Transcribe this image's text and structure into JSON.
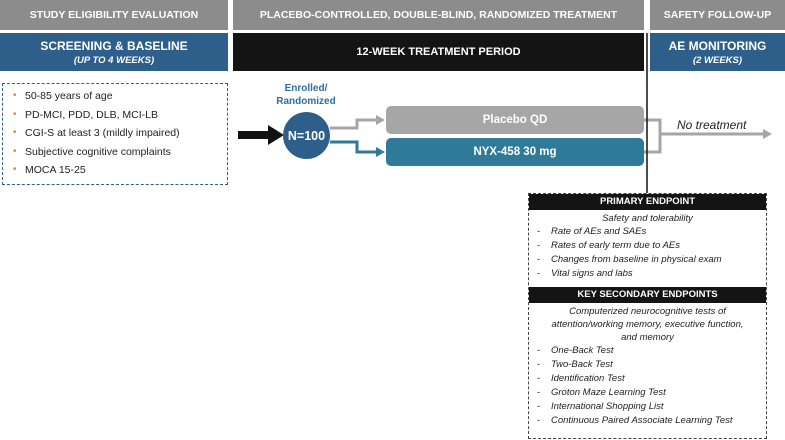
{
  "headers": {
    "eligibility": "STUDY ELIGIBILITY EVALUATION",
    "treatment": "PLACEBO-CONTROLLED, DOUBLE-BLIND, RANDOMIZED TREATMENT",
    "followup": "SAFETY FOLLOW-UP"
  },
  "phases": {
    "screening_title": "SCREENING & BASELINE",
    "screening_sub": "(UP TO 4 WEEKS)",
    "treatment_period": "12-WEEK TREATMENT PERIOD",
    "ae_title": "AE MONITORING",
    "ae_sub": "(2 WEEKS)"
  },
  "criteria": [
    "50-85 years of age",
    "PD-MCI, PDD, DLB, MCI-LB",
    "CGI-S at least 3 (mildly impaired)",
    "Subjective cognitive complaints",
    "MOCA 15-25"
  ],
  "enrollment": {
    "label_line1": "Enrolled/",
    "label_line2": "Randomized",
    "count": "N=100"
  },
  "arms": {
    "placebo": "Placebo QD",
    "drug": "NYX-458 30 mg"
  },
  "post_treatment": "No treatment",
  "primary_endpoint": {
    "title": "PRIMARY ENDPOINT",
    "intro": "Safety and tolerability",
    "items": [
      "Rate of AEs and SAEs",
      "Rates of early term due to AEs",
      "Changes from baseline in physical exam",
      "Vital signs and labs"
    ]
  },
  "secondary_endpoints": {
    "title": "KEY SECONDARY ENDPOINTS",
    "intro_line1": "Computerized neurocognitive tests of",
    "intro_line2": "attention/working memory, executive function,",
    "intro_line3": "and memory",
    "items": [
      "One-Back Test",
      "Two-Back Test",
      "Identification Test",
      "Groton Maze Learning Test",
      "International Shopping List",
      "Continuous Paired Associate Learning Test"
    ]
  },
  "colors": {
    "header_gray": "#8c8c8c",
    "phase_blue": "#2e5f8a",
    "phase_black": "#141414",
    "placebo_arm": "#a6a6a6",
    "drug_arm": "#2e7a98",
    "bullet_orange": "#e08a1e"
  }
}
